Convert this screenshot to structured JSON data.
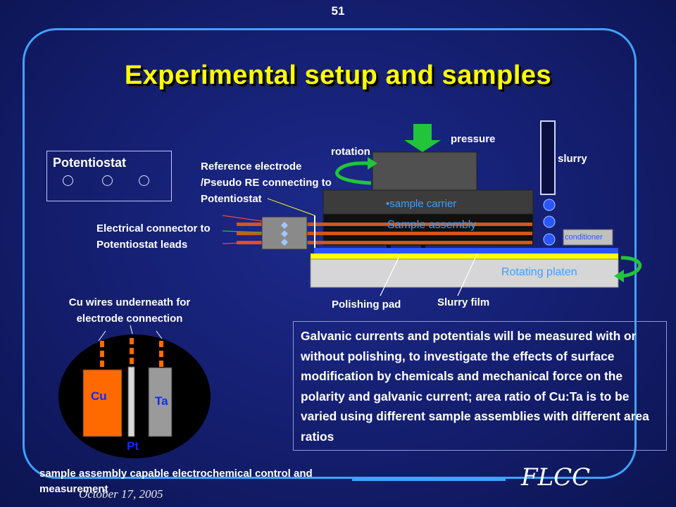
{
  "slide": {
    "page_number": "51",
    "title": "Experimental setup and samples",
    "footer_brand": "FLCC",
    "footer_date": "October 17, 2005"
  },
  "potentiostat": {
    "title": "Potentiostat"
  },
  "labels": {
    "pressure": "pressure",
    "rotation": "rotation",
    "slurry": "slurry",
    "reference_electrode": [
      "Reference electrode",
      "/Pseudo RE connecting to",
      "Potentiostat"
    ],
    "sample_carrier": "•sample carrier",
    "sample_assembly": "Sample assembly",
    "conditioner": "conditioner",
    "electrical_connector": [
      "Electrical connector to",
      "Potentiostat leads"
    ],
    "rotating_platen": "Rotating platen",
    "polishing_pad": "Polishing pad",
    "slurry_film": "Slurry film",
    "cu_wires": [
      "Cu wires underneath for",
      "electrode connection"
    ],
    "cu": "Cu",
    "ta": "Ta",
    "pt": "Pt"
  },
  "description": "Galvanic currents and potentials will be measured with or without polishing, to investigate the effects of surface modification by chemicals and mechanical force on the polarity and galvanic current; area ratio of Cu:Ta is to be varied using different sample assemblies with different area ratios",
  "caption": "sample assembly capable electrochemical control and measurement",
  "colors": {
    "background": "#141e6e",
    "frame": "#3fa3ff",
    "title": "#ffff00",
    "copper": "#ff6a00",
    "platen": "#d6d6d6",
    "pad": "#ffff00",
    "slurry_dots": "#2b55ff",
    "arrow_green": "#22c43a"
  },
  "icons": [
    "down-arrow-icon",
    "rotation-arrow-icon",
    "connector-arrow-icon"
  ]
}
